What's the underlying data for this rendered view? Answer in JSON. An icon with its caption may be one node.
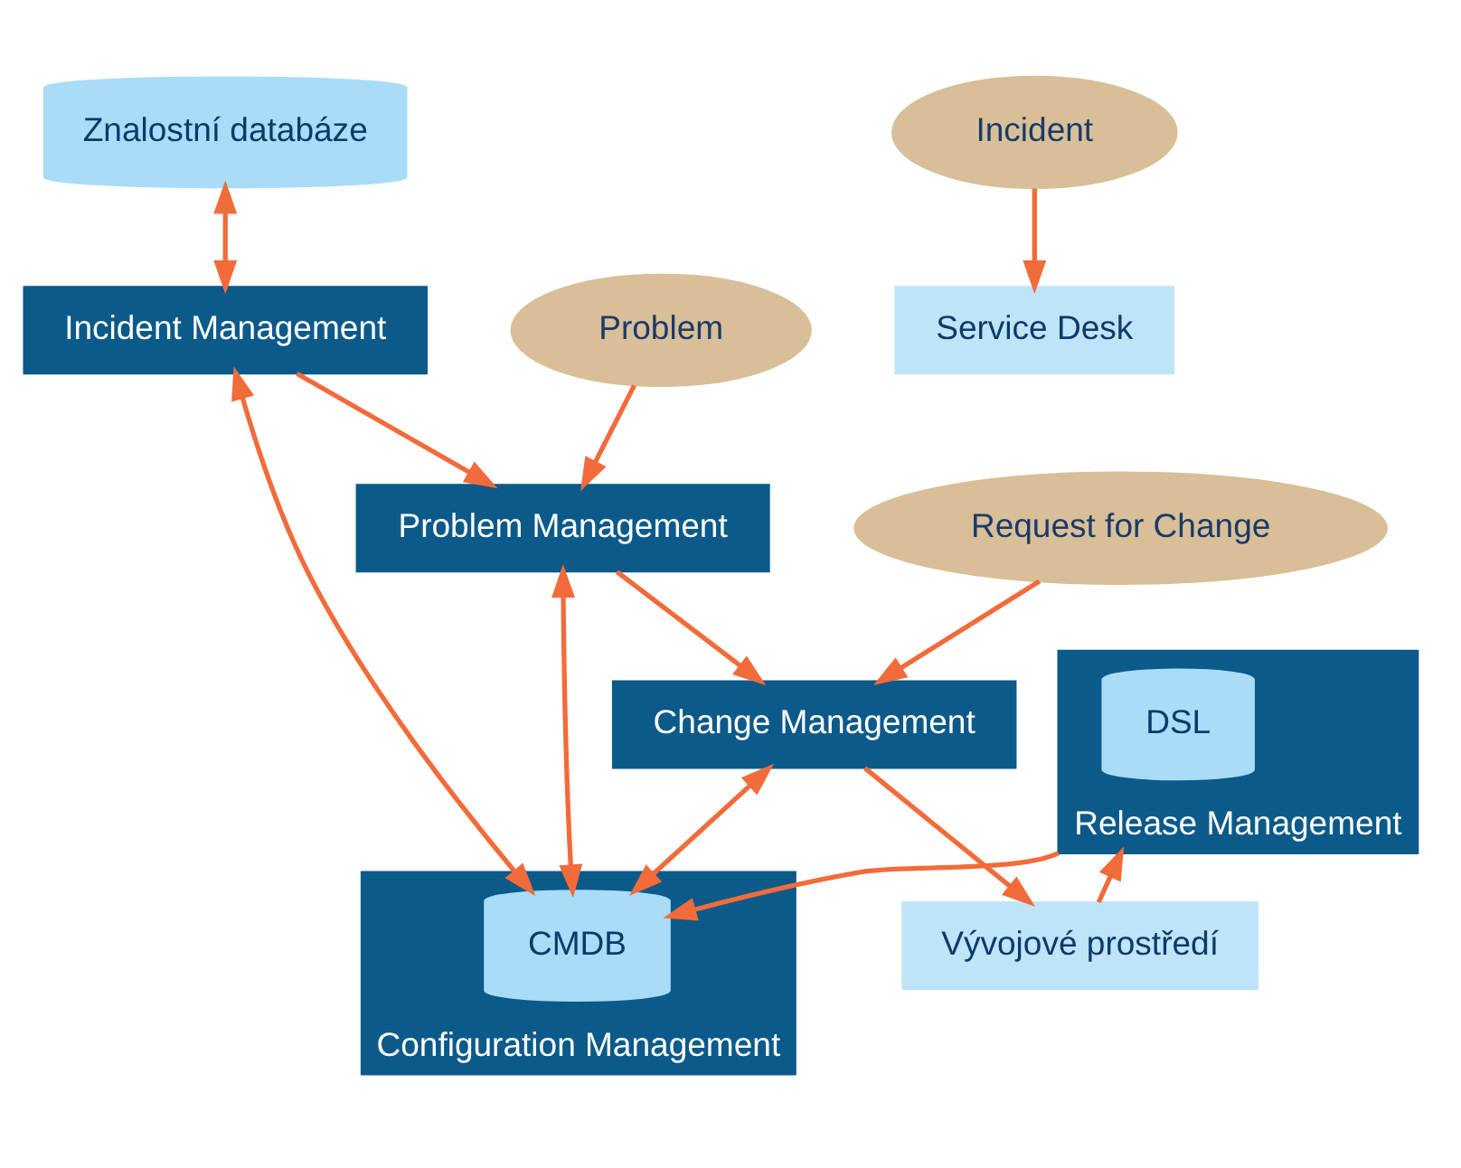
{
  "diagram": {
    "nodes": [
      {
        "text": [
          "Problem"
        ]
      },
      {
        "text": [
          "Request for Change"
        ]
      },
      {
        "text": [
          "Problem Management"
        ]
      },
      {
        "text": [
          "Znalostní databáze"
        ]
      },
      {
        "text": [
          "Change Management"
        ]
      },
      {
        "text": [
          "Configuration Management"
        ]
      },
      {
        "text": [
          "CMDB"
        ],
        "in": 5
      },
      {
        "text": [
          "Service Desk"
        ]
      },
      {
        "text": [
          "Incident Management"
        ]
      },
      {
        "text": [
          "Vývojové prostředí"
        ]
      },
      {
        "text": [
          "Release Management"
        ]
      },
      {
        "text": [
          "DSL"
        ],
        "in": 10
      },
      {
        "text": [
          "Incident"
        ]
      }
    ],
    "edges": [
      {
        "from": 0,
        "to": 2,
        "arrow": "to"
      },
      {
        "from": 1,
        "to": 4,
        "arrow": "to"
      },
      {
        "from": 2,
        "to": 4,
        "arrow": "to"
      },
      {
        "from": 2,
        "to": 6,
        "arrow": "both"
      },
      {
        "from": 4,
        "to": 6,
        "arrow": "both"
      },
      {
        "from": 3,
        "to": 8,
        "arrow": "both"
      },
      {
        "from": 8,
        "to": 2,
        "arrow": "to"
      },
      {
        "from": 6,
        "to": 8,
        "arrow": "both"
      },
      {
        "from": 4,
        "to": 9,
        "arrow": "to"
      },
      {
        "from": 9,
        "to": 10,
        "arrow": "to"
      },
      {
        "from": 10,
        "to": 6,
        "arrow": "to"
      },
      {
        "from": 12,
        "to": 7,
        "arrow": "to"
      }
    ]
  }
}
